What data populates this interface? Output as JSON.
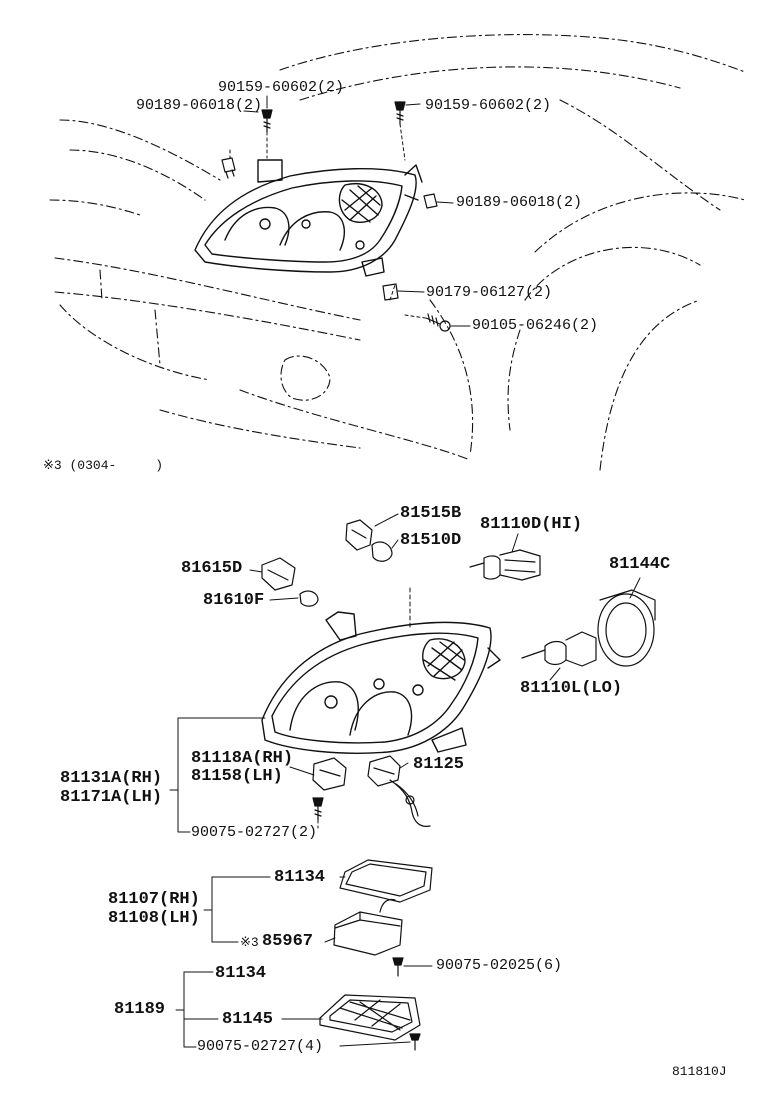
{
  "diagram": {
    "upper_section": {
      "callouts": [
        {
          "id": "c1",
          "text": "90159-60602(2)"
        },
        {
          "id": "c2",
          "text": "90189-06018(2)"
        },
        {
          "id": "c3",
          "text": "90159-60602(2)"
        },
        {
          "id": "c4",
          "text": "90189-06018(2)"
        },
        {
          "id": "c5",
          "text": "90179-06127(2)"
        },
        {
          "id": "c6",
          "text": "90105-06246(2)"
        }
      ],
      "date_note": "※3 (0304-     )"
    },
    "lower_section": {
      "callouts": [
        {
          "id": "d1",
          "text": "81515B"
        },
        {
          "id": "d2",
          "text": "81510D"
        },
        {
          "id": "d3",
          "text": "81110D(HI)"
        },
        {
          "id": "d4",
          "text": "81144C"
        },
        {
          "id": "d5",
          "text": "81615D"
        },
        {
          "id": "d6",
          "text": "81610F"
        },
        {
          "id": "d7",
          "text": "81110L(LO)"
        },
        {
          "id": "d8",
          "text": "81118A(RH)"
        },
        {
          "id": "d9",
          "text": "81158(LH)"
        },
        {
          "id": "d10",
          "text": "81125"
        },
        {
          "id": "d11",
          "text": "81131A(RH)"
        },
        {
          "id": "d12",
          "text": "81171A(LH)"
        },
        {
          "id": "d13",
          "text": "90075-02727(2)"
        },
        {
          "id": "d14",
          "text": "81134"
        },
        {
          "id": "d15",
          "text": "81107(RH)"
        },
        {
          "id": "d16",
          "text": "81108(LH)"
        },
        {
          "id": "d17",
          "text": "※3"
        },
        {
          "id": "d18",
          "text": "85967"
        },
        {
          "id": "d19",
          "text": "90075-02025(6)"
        },
        {
          "id": "d20",
          "text": "81134"
        },
        {
          "id": "d21",
          "text": "81189"
        },
        {
          "id": "d22",
          "text": "81145"
        },
        {
          "id": "d23",
          "text": "90075-02727(4)"
        }
      ]
    },
    "figure_code": "811810J"
  }
}
